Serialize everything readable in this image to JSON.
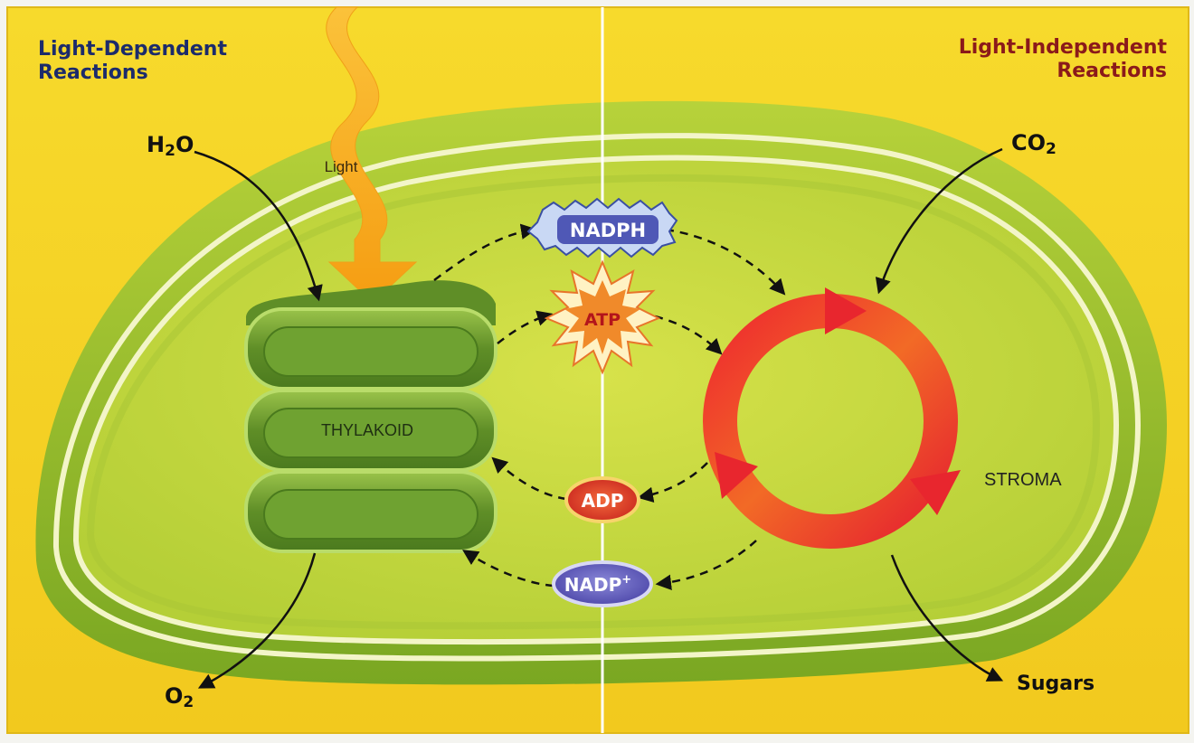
{
  "headers": {
    "left": [
      "Light-Dependent",
      "Reactions"
    ],
    "right": [
      "Light-Independent",
      "Reactions"
    ]
  },
  "inputs_outputs": {
    "water": {
      "base": "H",
      "sub": "2",
      "tail": "O"
    },
    "oxygen": {
      "base": "O",
      "sub": "2"
    },
    "carbon_dioxide": {
      "base": "CO",
      "sub": "2"
    },
    "sugars": "Sugars"
  },
  "labels": {
    "light": "Light",
    "thylakoid": "THYLAKOID",
    "stroma": "STROMA"
  },
  "carriers": {
    "nadph": "NADPH",
    "atp": "ATP",
    "adp": "ADP",
    "nadp": {
      "base": "NADP",
      "sup": "+"
    }
  },
  "colors": {
    "background": "#f5d327",
    "chloroplast_outer": "#8cb82a",
    "stroma": "#c4d93c",
    "thylakoid": "#6a9b2c",
    "light_arrow": "#f6a71c",
    "cycle": "#e8262e",
    "header_left": "#1c2b6b",
    "header_right": "#8b1a1a"
  }
}
